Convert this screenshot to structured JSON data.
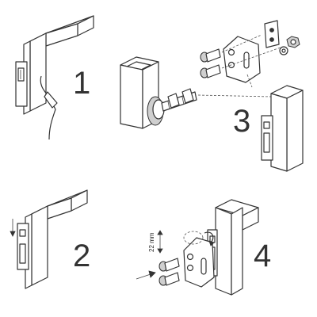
{
  "steps": [
    {
      "number": "1"
    },
    {
      "number": "2"
    },
    {
      "number": "3"
    },
    {
      "number": "4"
    }
  ],
  "dimension": {
    "label": "22 mm"
  },
  "colors": {
    "line": "#333333",
    "fill": "#ffffff",
    "shade": "#cfcfcf"
  }
}
